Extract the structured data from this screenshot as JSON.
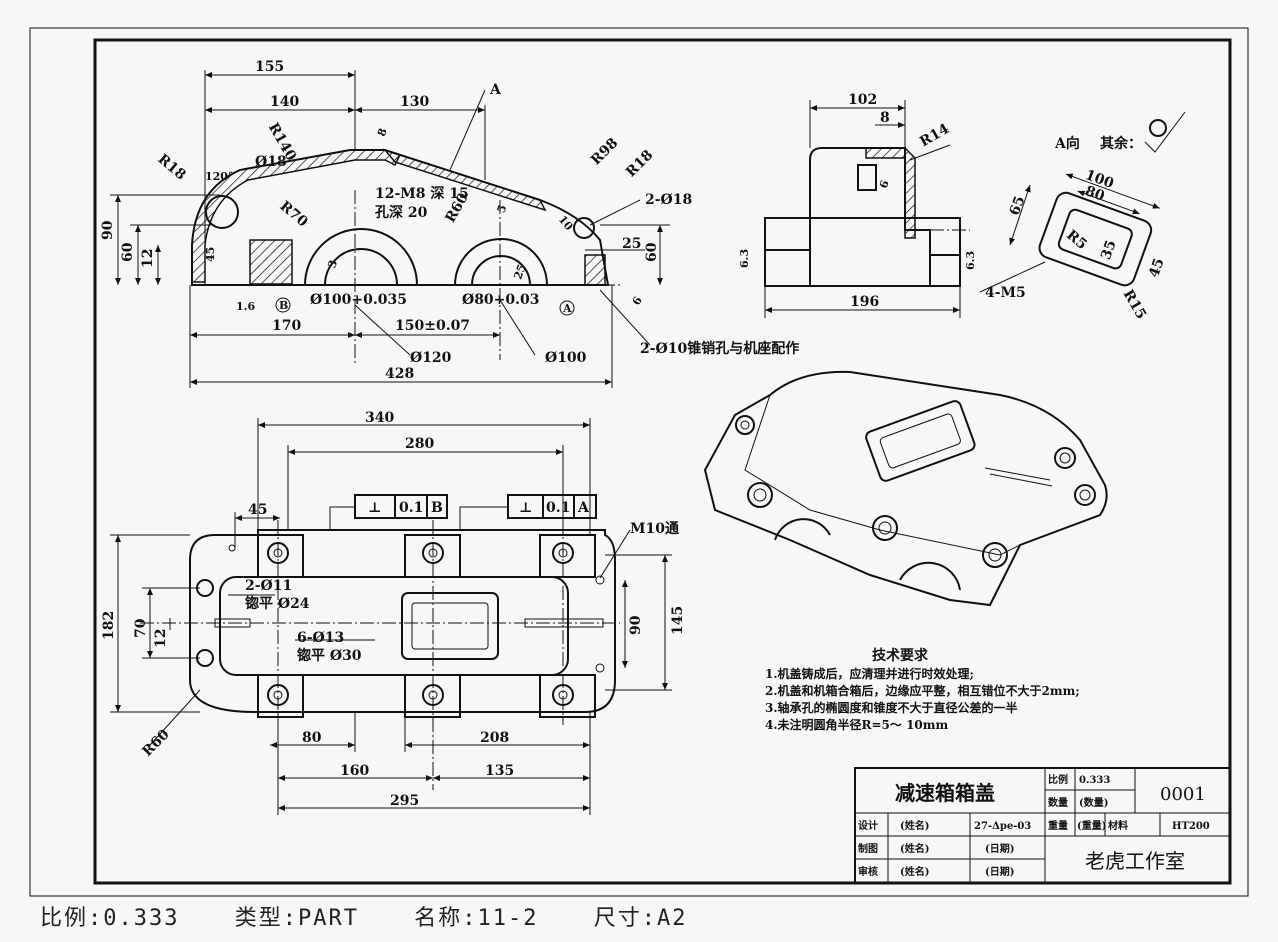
{
  "top_view": {
    "dims": [
      "155",
      "140",
      "130",
      "A",
      "R140",
      "8",
      "R98",
      "R18",
      "Ø18",
      "120°",
      "R18",
      "12-M8 深 15",
      "孔深 20",
      "R60",
      "5",
      "10",
      "2-Ø18",
      "90",
      "60",
      "12",
      "45",
      "R70",
      "25",
      "60",
      "1.6",
      "Ø100+0.035",
      "Ø80+0.03",
      "170",
      "150±0.07",
      "2-Ø10锥销孔与机座配作",
      "Ø120",
      "Ø100",
      "428",
      "3",
      "25",
      "6"
    ],
    "datum_b": "B",
    "datum_a": "A"
  },
  "side_view": {
    "dims": [
      "102",
      "8",
      "R14",
      "6",
      "6.3",
      "196",
      "6.3"
    ]
  },
  "a_view": {
    "label": "A向",
    "rest_label": "其余：",
    "dims": [
      "100",
      "80",
      "65",
      "R5",
      "35",
      "45",
      "R15",
      "4-M5"
    ]
  },
  "plan_view": {
    "dims": [
      "340",
      "280",
      "45",
      "2-Ø11",
      "锪平 Ø24",
      "6-Ø13",
      "锪平 Ø30",
      "182",
      "70",
      "12",
      "90",
      "145",
      "M10通",
      "R60",
      "80",
      "208",
      "160",
      "135",
      "295"
    ],
    "fcf1": {
      "sym": "⊥",
      "tol": "0.1",
      "datum": "B"
    },
    "fcf2": {
      "sym": "⊥",
      "tol": "0.1",
      "datum": "A"
    }
  },
  "tech": {
    "title": "技术要求",
    "lines": [
      "1.机盖铸成后，应清理并进行时效处理;",
      "2.机盖和机箱合箱后，边缘应平整，相互错位不大于2mm;",
      "3.轴承孔的椭圆度和锥度不大于直径公差的一半",
      "4.未注明圆角半径R=5～ 10mm"
    ]
  },
  "title_block": {
    "name": "减速箱箱盖",
    "scale_label": "比例",
    "scale_val": "0.333",
    "qty_label": "数量",
    "qty_val": "(数量)",
    "code": "0001",
    "design": "设计",
    "name_ph": "(姓名)",
    "drawing_no": "27-Δpe-03",
    "weight_label": "重量",
    "weight_val": "(重量)",
    "material_label": "材料",
    "material": "HT200",
    "draw": "制图",
    "date_ph": "(日期)",
    "review": "审核",
    "studio": "老虎工作室"
  },
  "footer": {
    "scale": "比例:0.333",
    "type": "类型:PART",
    "name": "名称:11-2",
    "size": "尺寸:A2"
  }
}
